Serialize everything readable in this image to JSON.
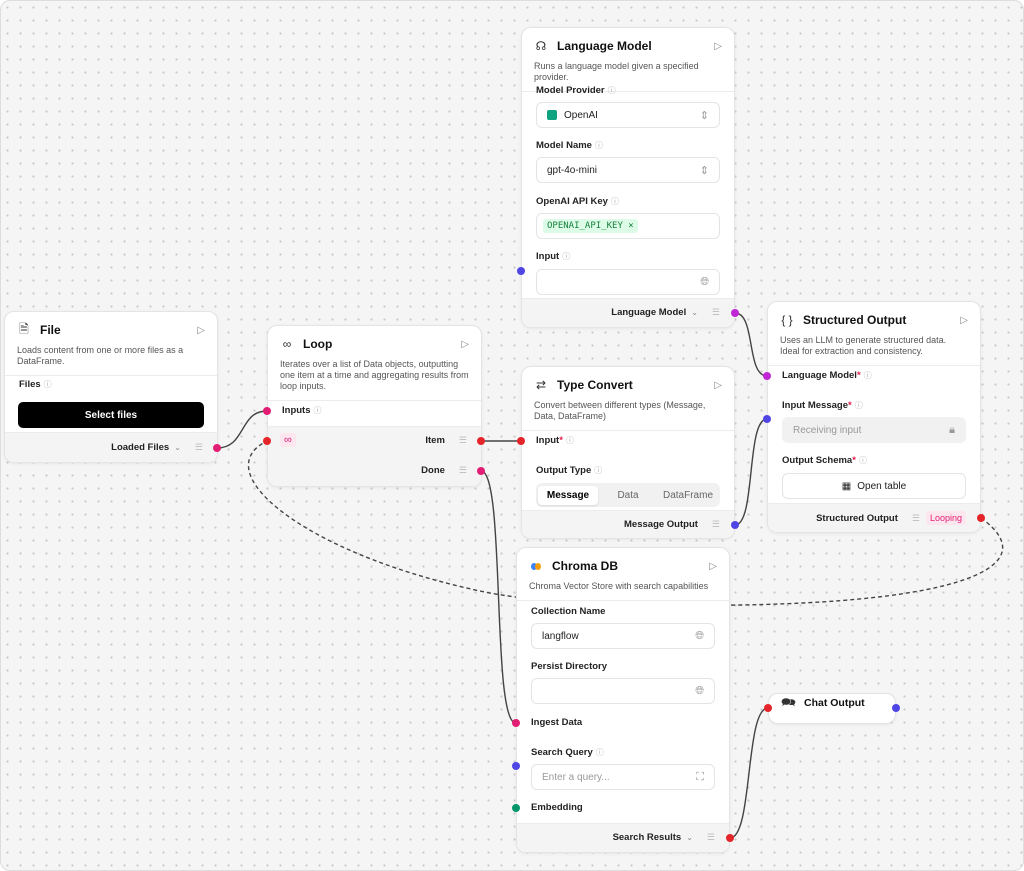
{
  "colors": {
    "data": "#e11d74",
    "loop": "#e5252a",
    "message": "#4f46e5",
    "model": "#c026d3",
    "embedding": "#059669"
  },
  "file": {
    "title": "File",
    "icon": "file-icon",
    "description": "Loads content from one or more files as a DataFrame.",
    "files_label": "Files",
    "select_button": "Select files",
    "output": "Loaded Files"
  },
  "loop": {
    "title": "Loop",
    "icon": "infinity-icon",
    "description": "Iterates over a list of Data objects, outputting one item at a time and aggregating results from loop inputs.",
    "inputs_label": "Inputs",
    "loop_badge": "∞",
    "item_output": "Item",
    "done_output": "Done"
  },
  "language_model": {
    "title": "Language Model",
    "description": "Runs a language model given a specified provider.",
    "provider_label": "Model Provider",
    "provider_value": "OpenAI",
    "model_label": "Model Name",
    "model_value": "gpt-4o-mini",
    "api_key_label": "OpenAI API Key",
    "api_key_value": "OPENAI_API_KEY",
    "input_label": "Input",
    "output": "Language Model"
  },
  "structured_output": {
    "title": "Structured Output",
    "description": "Uses an LLM to generate structured data. Ideal for extraction and consistency.",
    "lm_label": "Language Model",
    "input_message_label": "Input Message",
    "input_message_placeholder": "Receiving input",
    "schema_label": "Output Schema",
    "open_table": "Open table",
    "output": "Structured Output",
    "badge": "Looping"
  },
  "type_convert": {
    "title": "Type Convert",
    "description": "Convert between different types (Message, Data, DataFrame)",
    "input_label": "Input",
    "output_type_label": "Output Type",
    "options": [
      "Message",
      "Data",
      "DataFrame"
    ],
    "selected": "Message",
    "output": "Message Output"
  },
  "chroma": {
    "title": "Chroma DB",
    "description": "Chroma Vector Store with search capabilities",
    "collection_label": "Collection Name",
    "collection_value": "langflow",
    "persist_label": "Persist Directory",
    "persist_value": "",
    "ingest_label": "Ingest Data",
    "query_label": "Search Query",
    "query_placeholder": "Enter a query...",
    "embedding_label": "Embedding",
    "output": "Search Results"
  },
  "chat_output": {
    "title": "Chat Output"
  }
}
